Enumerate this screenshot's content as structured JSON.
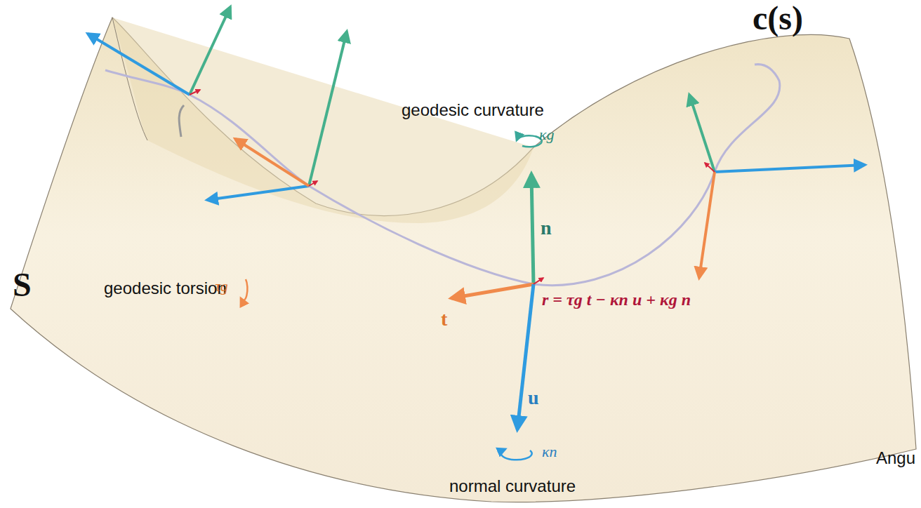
{
  "diagram": {
    "labels": [
      "c(s)",
      "geodesic curvature",
      "κg",
      "n",
      "geodesic torsion",
      "τg",
      "t",
      "r = τg t − κn u + κg n",
      "S",
      "u",
      "κn",
      "normal curvature",
      "Angu"
    ]
  }
}
